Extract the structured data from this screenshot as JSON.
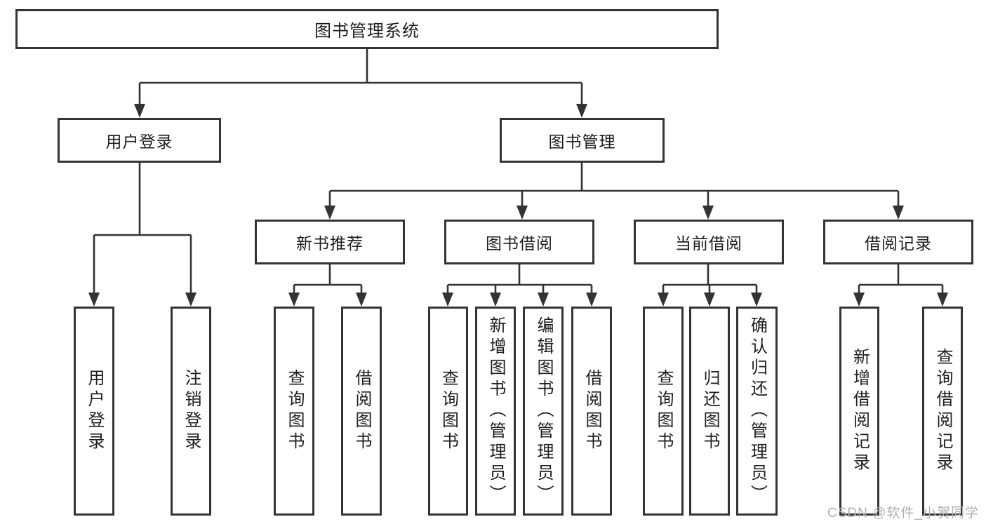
{
  "colors": {
    "line": "#333333",
    "box_border": "#343434",
    "box_fill": "#ffffff",
    "text": "#1e1e1e",
    "watermark": "#b0b0b0",
    "background": "#ffffff"
  },
  "tree": {
    "root": {
      "label": "图书管理系统"
    },
    "branches": [
      {
        "label": "用户登录",
        "leaves": [
          {
            "label": "用户登录"
          },
          {
            "label": "注销登录"
          }
        ]
      },
      {
        "label": "图书管理",
        "groups": [
          {
            "label": "新书推荐",
            "leaves": [
              {
                "label": "查询图书"
              },
              {
                "label": "借阅图书"
              }
            ]
          },
          {
            "label": "图书借阅",
            "leaves": [
              {
                "label": "查询图书"
              },
              {
                "label": "新增图书（管理员）"
              },
              {
                "label": "编辑图书（管理员）"
              },
              {
                "label": "借阅图书"
              }
            ]
          },
          {
            "label": "当前借阅",
            "leaves": [
              {
                "label": "查询图书"
              },
              {
                "label": "归还图书"
              },
              {
                "label": "确认归还（管理员）"
              }
            ]
          },
          {
            "label": "借阅记录",
            "leaves": [
              {
                "label": "新增借阅记录"
              },
              {
                "label": "查询借阅记录"
              }
            ]
          }
        ]
      }
    ]
  },
  "watermark": {
    "text": "CSDN @软件_小贺同学"
  }
}
